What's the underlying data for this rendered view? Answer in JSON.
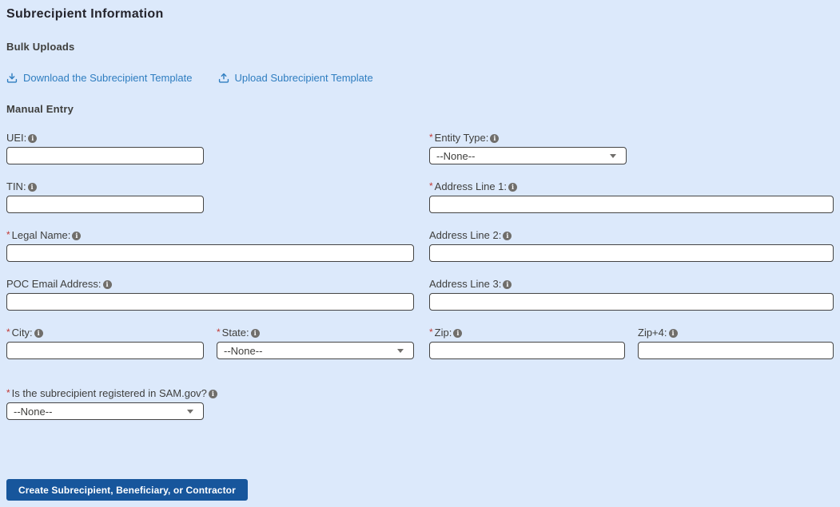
{
  "colors": {
    "background": "#dce9fb",
    "link": "#2e7dc0",
    "button": "#17569c",
    "required_marker": "#c23934",
    "label": "#3e3e3c",
    "info_icon": "#706e6b",
    "input_border": "#444444"
  },
  "page": {
    "title": "Subrecipient Information"
  },
  "bulk_uploads": {
    "heading": "Bulk Uploads",
    "download_label": "Download the Subrecipient Template",
    "upload_label": "Upload Subrecipient Template"
  },
  "manual_entry": {
    "heading": "Manual Entry",
    "required_marker": "*",
    "fields": {
      "uei": {
        "label": "UEI:",
        "required": false,
        "value": "",
        "placeholder": ""
      },
      "entity_type": {
        "label": "Entity Type:",
        "required": true,
        "value": "--None--"
      },
      "tin": {
        "label": "TIN:",
        "required": false,
        "value": "",
        "placeholder": ""
      },
      "address1": {
        "label": "Address Line 1:",
        "required": true,
        "value": "",
        "placeholder": ""
      },
      "legal_name": {
        "label": "Legal Name:",
        "required": true,
        "value": "",
        "placeholder": ""
      },
      "address2": {
        "label": "Address Line 2:",
        "required": false,
        "value": "",
        "placeholder": ""
      },
      "poc_email": {
        "label": "POC Email Address:",
        "required": false,
        "value": "",
        "placeholder": ""
      },
      "address3": {
        "label": "Address Line 3:",
        "required": false,
        "value": "",
        "placeholder": ""
      },
      "city": {
        "label": "City:",
        "required": true,
        "value": "",
        "placeholder": ""
      },
      "state": {
        "label": "State:",
        "required": true,
        "value": "--None--"
      },
      "zip": {
        "label": "Zip:",
        "required": true,
        "value": "",
        "placeholder": ""
      },
      "zip4": {
        "label": "Zip+4:",
        "required": false,
        "value": "",
        "placeholder": ""
      },
      "sam_registered": {
        "label": "Is the subrecipient registered in SAM.gov?",
        "required": true,
        "value": "--None--"
      }
    }
  },
  "actions": {
    "create_button": "Create Subrecipient, Beneficiary, or Contractor"
  }
}
